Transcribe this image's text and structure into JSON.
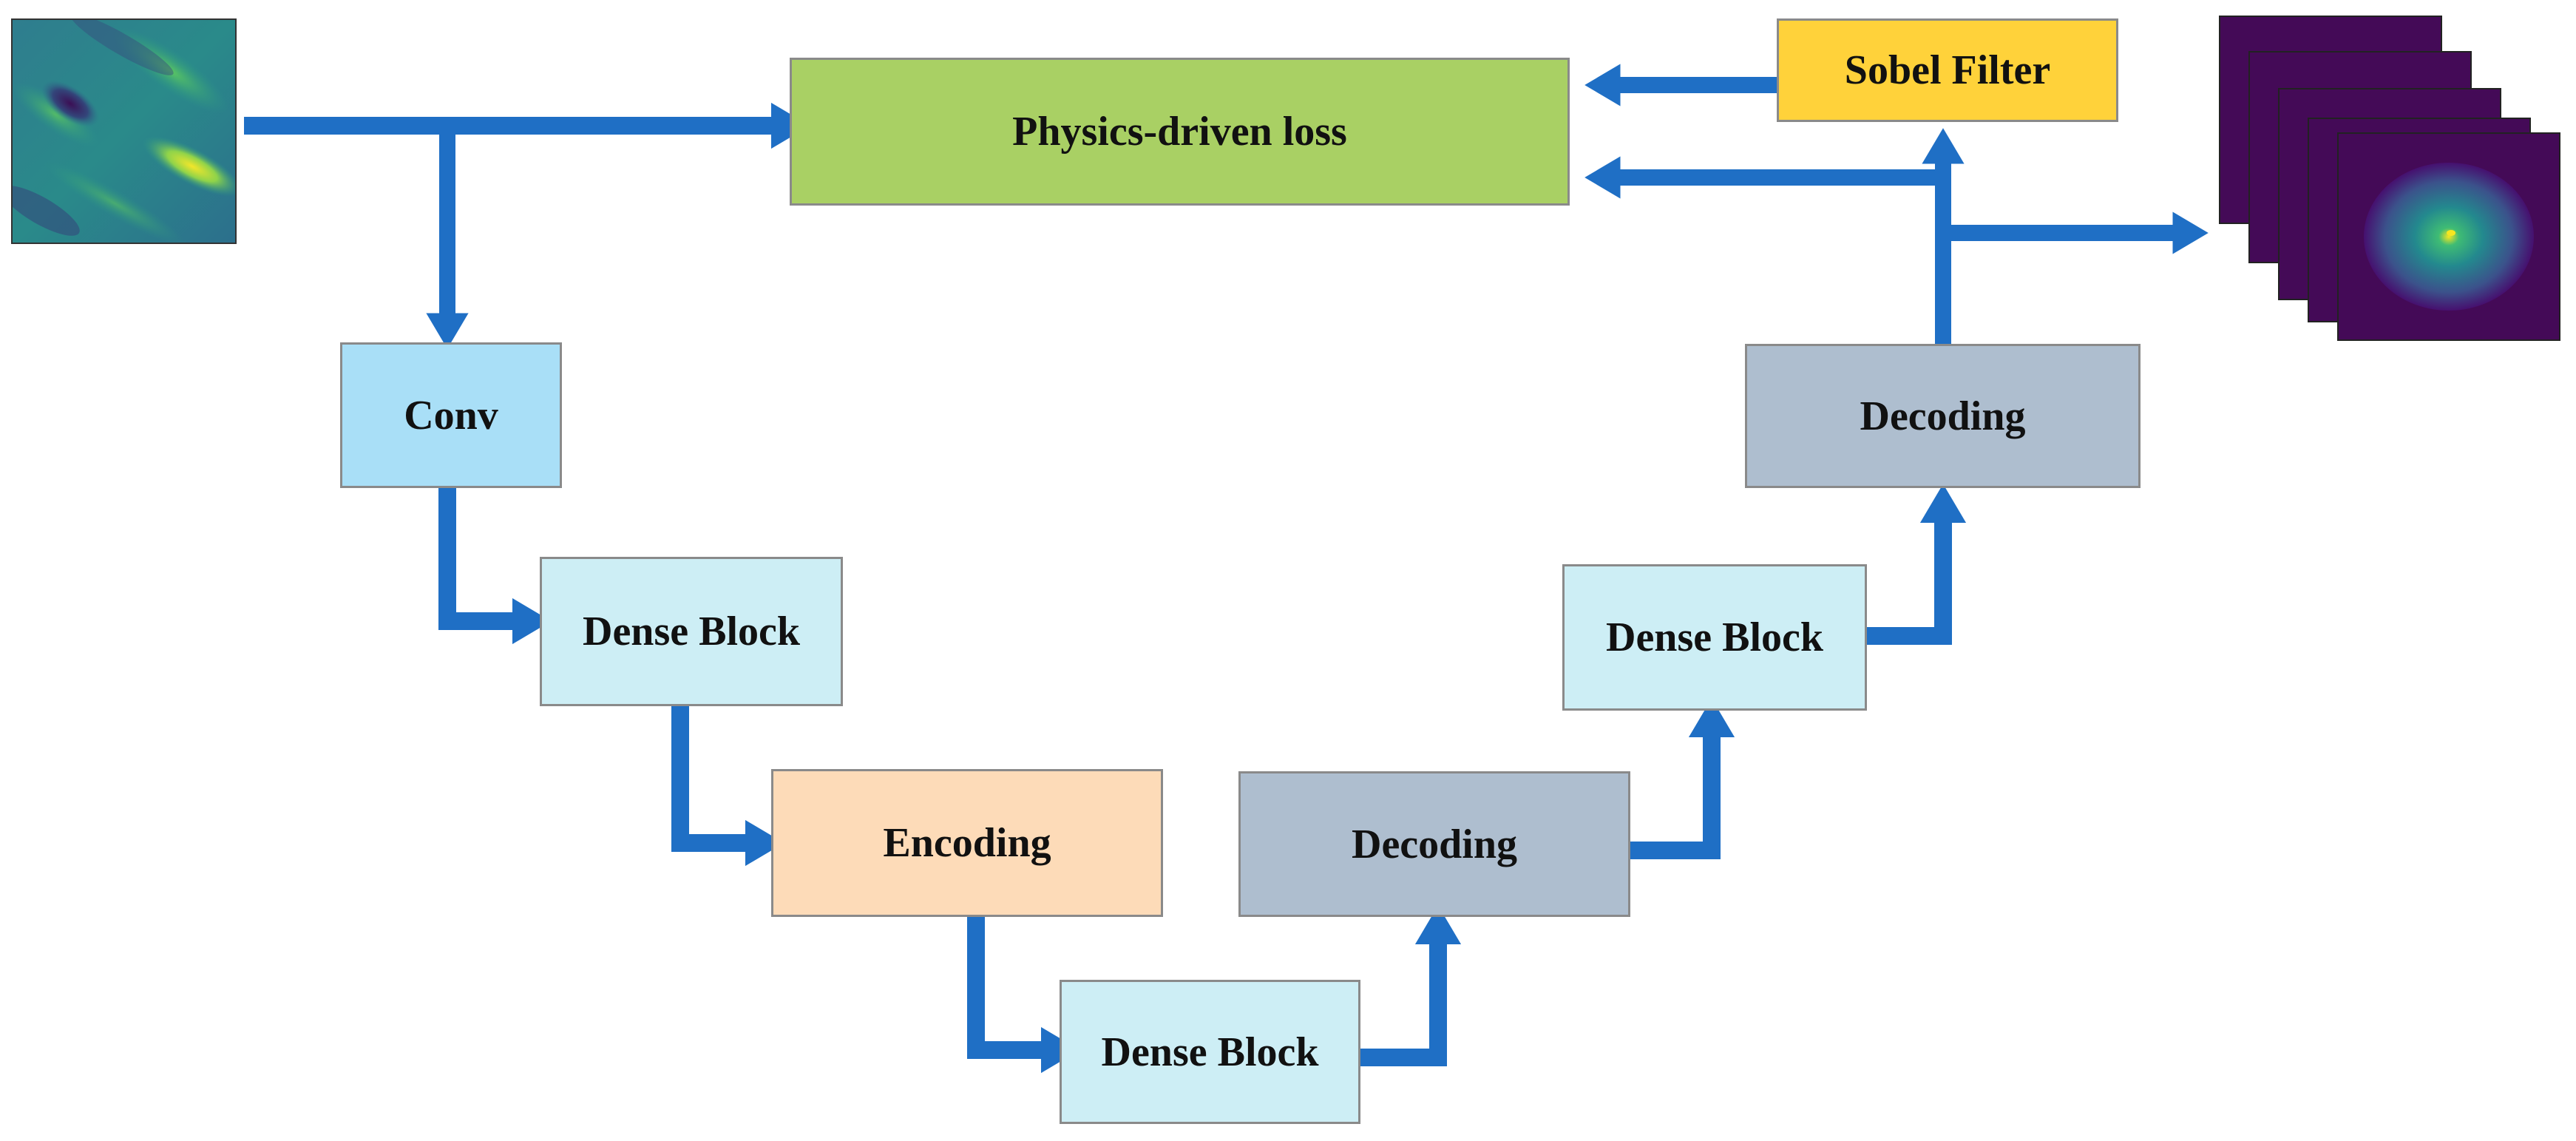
{
  "nodes": {
    "physics_loss": {
      "label": "Physics-driven loss",
      "color": "#a9d064"
    },
    "sobel": {
      "label": "Sobel Filter",
      "color": "#ffd23a"
    },
    "conv": {
      "label": "Conv",
      "color": "#a9dff7"
    },
    "dense1": {
      "label": "Dense Block",
      "color": "#cdeef5"
    },
    "encoding": {
      "label": "Encoding",
      "color": "#fddbb8"
    },
    "dense2": {
      "label": "Dense Block",
      "color": "#cdeef5"
    },
    "decoding1": {
      "label": "Decoding",
      "color": "#aebecf"
    },
    "dense3": {
      "label": "Dense Block",
      "color": "#cdeef5"
    },
    "decoding2": {
      "label": "Decoding",
      "color": "#aebecf"
    }
  },
  "colors": {
    "arrow": "#1f6fc5",
    "box_border": "#8a8a8a"
  },
  "edges": [
    {
      "from": "input-field-image",
      "to": "physics_loss"
    },
    {
      "from": "input-field-image",
      "to": "conv"
    },
    {
      "from": "conv",
      "to": "dense1"
    },
    {
      "from": "dense1",
      "to": "encoding"
    },
    {
      "from": "encoding",
      "to": "dense2"
    },
    {
      "from": "dense2",
      "to": "decoding1"
    },
    {
      "from": "decoding1",
      "to": "dense3"
    },
    {
      "from": "dense3",
      "to": "decoding2"
    },
    {
      "from": "decoding2",
      "to": "sobel"
    },
    {
      "from": "sobel",
      "to": "physics_loss"
    },
    {
      "from": "decoding2",
      "to": "physics_loss"
    },
    {
      "from": "decoding2",
      "to": "output-image-stack"
    }
  ]
}
